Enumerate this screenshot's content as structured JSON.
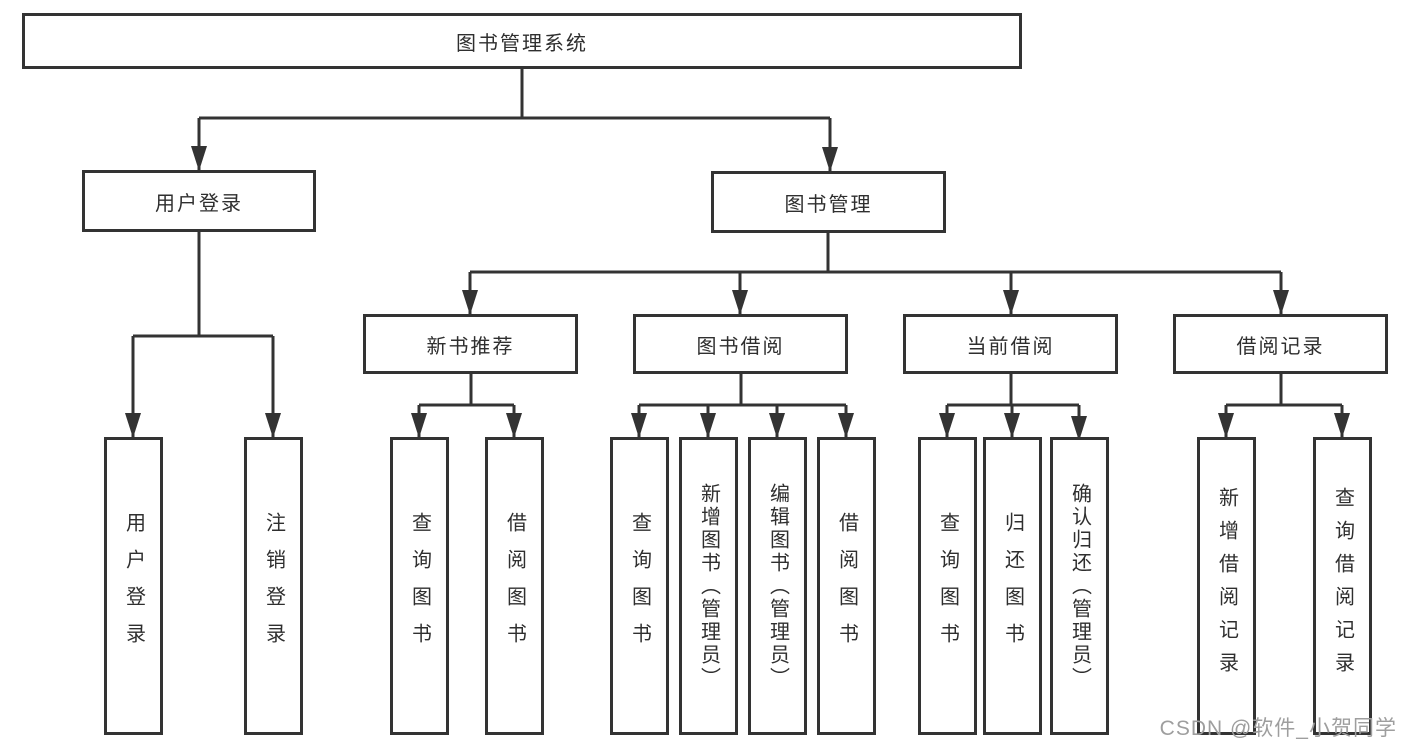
{
  "colors": {
    "background": "#ffffff",
    "line": "#333333",
    "text": "#2f2f2f",
    "watermark": "#9e9e9e"
  },
  "watermark": {
    "text": "CSDN @软件_小贺同学"
  },
  "tree": {
    "root": {
      "label": "图书管理系统"
    },
    "level2": [
      {
        "label": "用户登录",
        "parent": "图书管理系统"
      },
      {
        "label": "图书管理",
        "parent": "图书管理系统"
      }
    ],
    "level3": [
      {
        "label": "新书推荐",
        "parent": "图书管理"
      },
      {
        "label": "图书借阅",
        "parent": "图书管理"
      },
      {
        "label": "当前借阅",
        "parent": "图书管理"
      },
      {
        "label": "借阅记录",
        "parent": "图书管理"
      }
    ],
    "leaves": [
      {
        "label": "用户登录",
        "parent": "用户登录"
      },
      {
        "label": "注销登录",
        "parent": "用户登录"
      },
      {
        "label": "查询图书",
        "parent": "新书推荐"
      },
      {
        "label": "借阅图书",
        "parent": "新书推荐"
      },
      {
        "label": "查询图书",
        "parent": "图书借阅"
      },
      {
        "label": "新增图书（管理员）",
        "parent": "图书借阅"
      },
      {
        "label": "编辑图书（管理员）",
        "parent": "图书借阅"
      },
      {
        "label": "借阅图书",
        "parent": "图书借阅"
      },
      {
        "label": "查询图书",
        "parent": "当前借阅"
      },
      {
        "label": "归还图书",
        "parent": "当前借阅"
      },
      {
        "label": "确认归还（管理员）",
        "parent": "当前借阅"
      },
      {
        "label": "新增借阅记录",
        "parent": "借阅记录"
      },
      {
        "label": "查询借阅记录",
        "parent": "借阅记录"
      }
    ]
  }
}
